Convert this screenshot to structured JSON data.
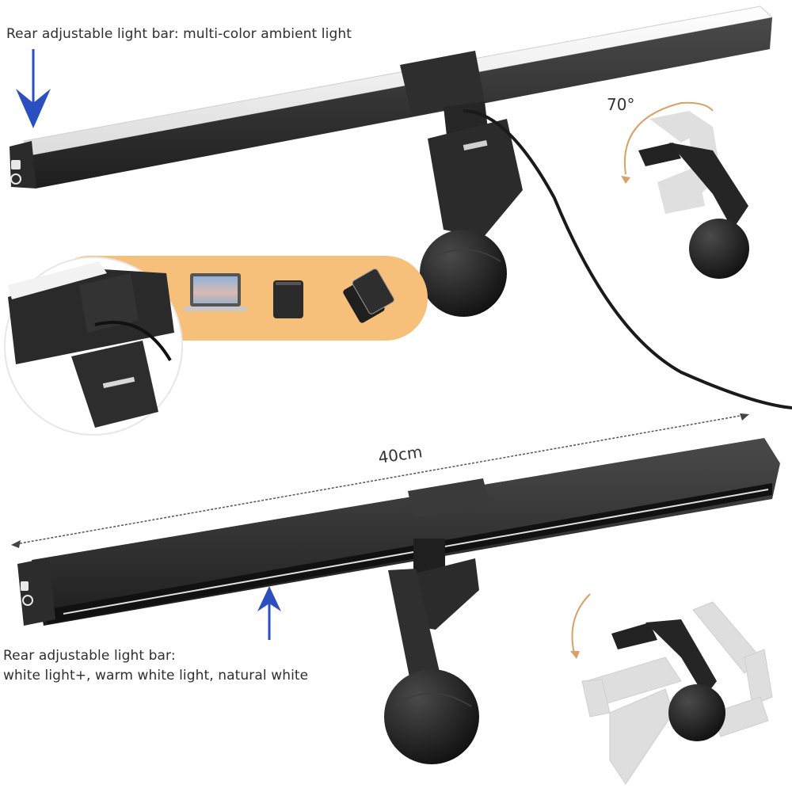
{
  "captions": {
    "top": "Rear adjustable light bar:   multi-color ambient light",
    "bottom_line1": "Rear adjustable light bar:",
    "bottom_line2": "white light+, warm white light, natural white"
  },
  "dimension": {
    "label": "40cm"
  },
  "rotation": {
    "angle_label": "70°"
  },
  "compatibility_panel": {
    "devices": [
      "laptop-icon",
      "desktop-monitor-icon",
      "stacked-monitor-icon"
    ],
    "background": "#f6c07a"
  },
  "colors": {
    "arrow_blue": "#2a4fc0",
    "bar_dark": "#3a3a3a",
    "bar_light": "#f4f4f4",
    "rotation_arc": "#d9a068",
    "ghost_gray": "#d8d8d8"
  }
}
